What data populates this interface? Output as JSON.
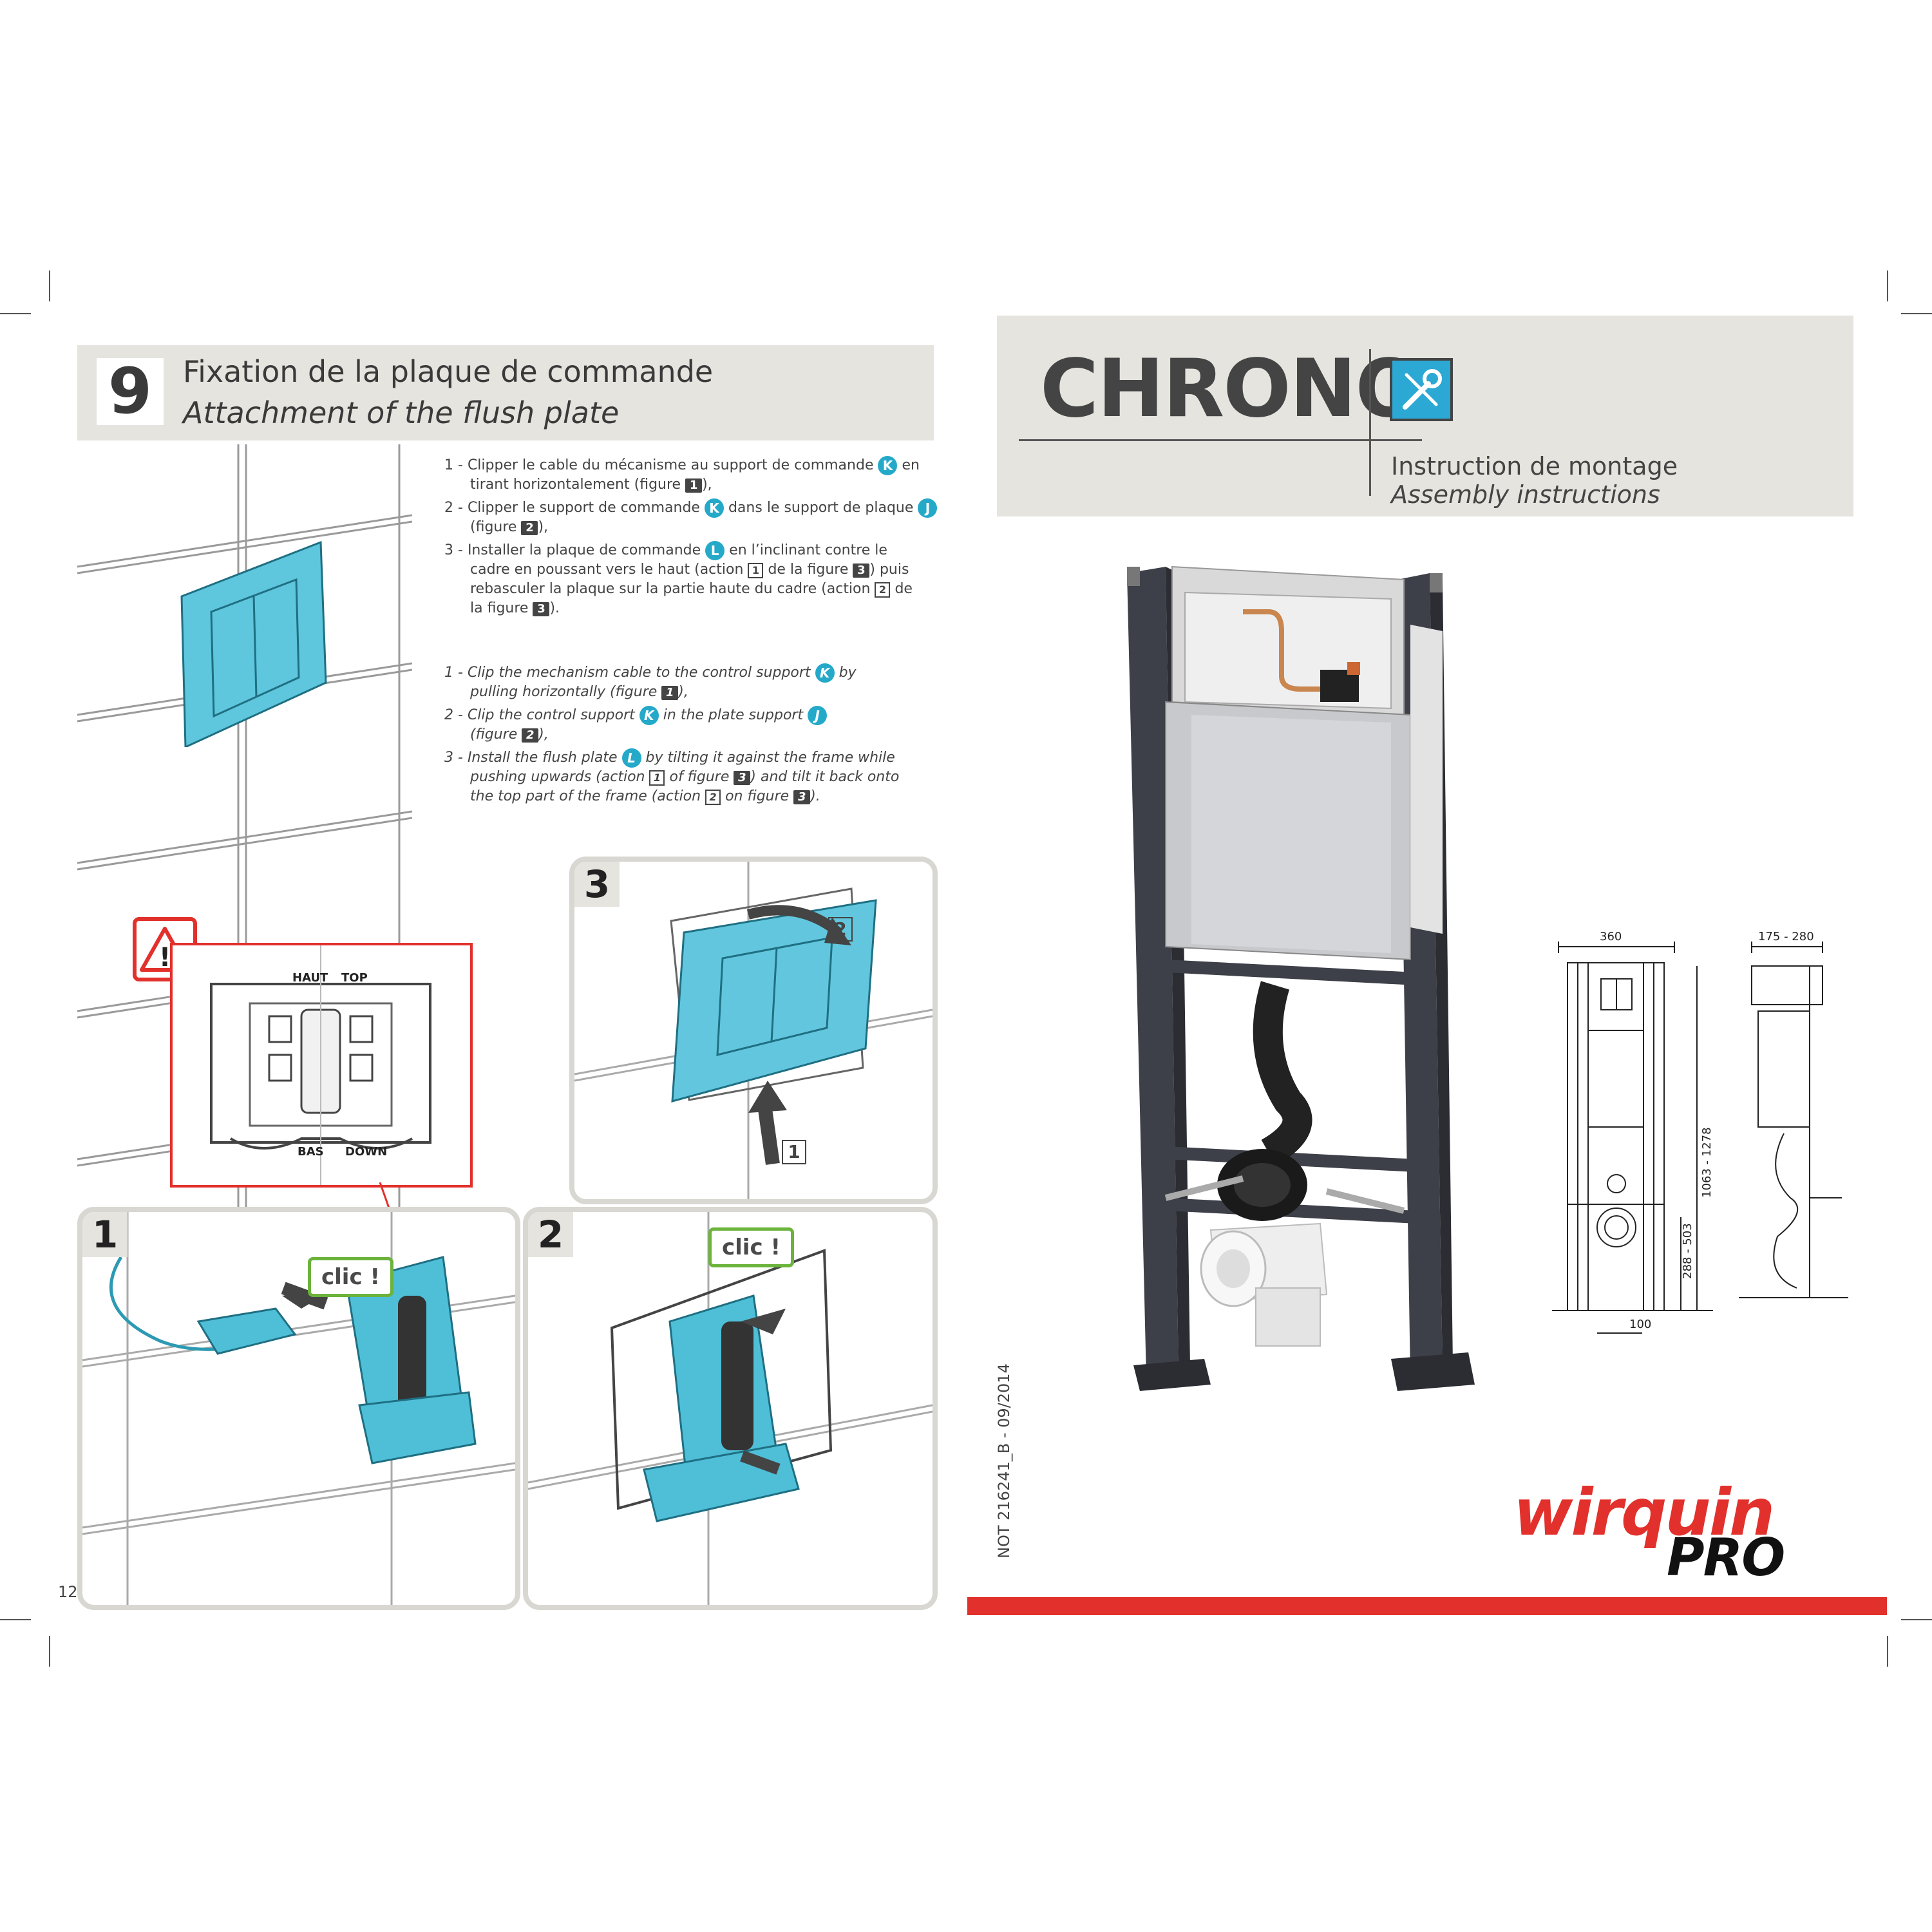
{
  "step": {
    "number": "9",
    "title_fr": "Fixation de la plaque de commande",
    "title_en": "Attachment of the flush plate"
  },
  "instructions_fr": [
    {
      "num": "1",
      "pre": "Clipper le cable du mécanisme au support de commande",
      "badge": "K",
      "post": "en",
      "line2": "tirant horizontalement (figure",
      "fig": "1",
      "end": "),"
    },
    {
      "num": "2",
      "pre": "Clipper le support de commande",
      "badge": "K",
      "post": "dans le support de plaque",
      "badge2": "J",
      "line2": "(figure",
      "fig": "2",
      "end": "),"
    },
    {
      "num": "3",
      "pre": "Installer la plaque de commande",
      "badge": "L",
      "post": "en l’inclinant contre le",
      "line2": "cadre en poussant vers le haut (action",
      "act": "1",
      "mid": "de la figure",
      "fig": "3",
      "end": ") puis",
      "line3": "rebasculer la plaque sur la partie haute du cadre  (action",
      "act2": "2",
      "end3": "de",
      "line4": "la figure",
      "fig4": "3",
      "end4": ")."
    }
  ],
  "instructions_en": [
    {
      "num": "1",
      "pre": "Clip the mechanism cable to the control support",
      "badge": "K",
      "post": "by",
      "line2": "pulling horizontally (figure",
      "fig": "1",
      "end": "),"
    },
    {
      "num": "2",
      "pre": "Clip the control support",
      "badge": "K",
      "post": "in the plate support",
      "badge2": "J",
      "line2": "(figure",
      "fig": "2",
      "end": "),"
    },
    {
      "num": "3",
      "pre": "Install the flush plate",
      "badge": "L",
      "post": "by tilting it against the frame while",
      "line2": "pushing upwards (action",
      "act": "1",
      "mid": "of figure",
      "fig": "3",
      "end": ") and tilt it back onto",
      "line3": "the top part of the frame (action",
      "act2": "2",
      "mid3": "on figure",
      "fig3": "3",
      "end3": ")."
    }
  ],
  "panels": {
    "p1": {
      "number": "1",
      "clic": "clic !"
    },
    "p2": {
      "number": "2",
      "clic": "clic !"
    },
    "p3": {
      "number": "3",
      "action1": "1",
      "action2": "2"
    }
  },
  "detail_labels": {
    "haut": "HAUT",
    "top": "TOP",
    "bas": "BAS",
    "down": "DOWN"
  },
  "page_number": "12",
  "product": {
    "name": "CHRONO",
    "subtitle_fr": "Instruction de montage",
    "subtitle_en": "Assembly instructions"
  },
  "dimensions": {
    "width": "360",
    "depth": "175 - 280",
    "height": "1063 - 1278",
    "outlet_height": "288 - 503",
    "offset": "100"
  },
  "doc_reference": "NOT 216241_B - 09/2014",
  "brand": {
    "line1": "wirquin",
    "line2": "PRO"
  },
  "colors": {
    "accent": "#24a9c9",
    "band": "#e6e4df",
    "red": "#e2312c",
    "green": "#6bb33b",
    "frame": "#3d4049"
  }
}
